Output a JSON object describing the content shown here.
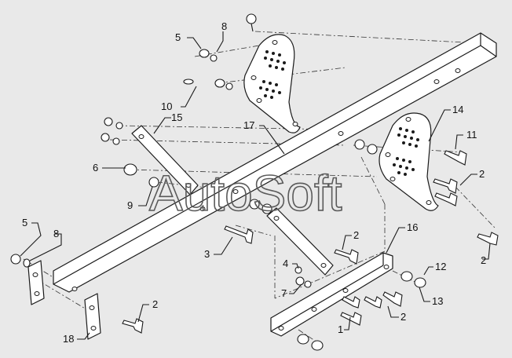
{
  "watermark": "AutoSoft",
  "callouts": [
    {
      "id": "c5a",
      "label": "5"
    },
    {
      "id": "c8a",
      "label": "8"
    },
    {
      "id": "c10",
      "label": "10"
    },
    {
      "id": "c15",
      "label": "15"
    },
    {
      "id": "c17",
      "label": "17"
    },
    {
      "id": "c14",
      "label": "14"
    },
    {
      "id": "c11",
      "label": "11"
    },
    {
      "id": "c2a",
      "label": "2"
    },
    {
      "id": "c6",
      "label": "6"
    },
    {
      "id": "c9",
      "label": "9"
    },
    {
      "id": "c2b",
      "label": "2"
    },
    {
      "id": "c5b",
      "label": "5"
    },
    {
      "id": "c8b",
      "label": "8"
    },
    {
      "id": "c3",
      "label": "3"
    },
    {
      "id": "c2c",
      "label": "2"
    },
    {
      "id": "c16",
      "label": "16"
    },
    {
      "id": "c4",
      "label": "4"
    },
    {
      "id": "c7",
      "label": "7"
    },
    {
      "id": "c12",
      "label": "12"
    },
    {
      "id": "c13",
      "label": "13"
    },
    {
      "id": "c2d",
      "label": "2"
    },
    {
      "id": "c1",
      "label": "1"
    },
    {
      "id": "c18",
      "label": "18"
    },
    {
      "id": "c2e",
      "label": "2"
    }
  ]
}
